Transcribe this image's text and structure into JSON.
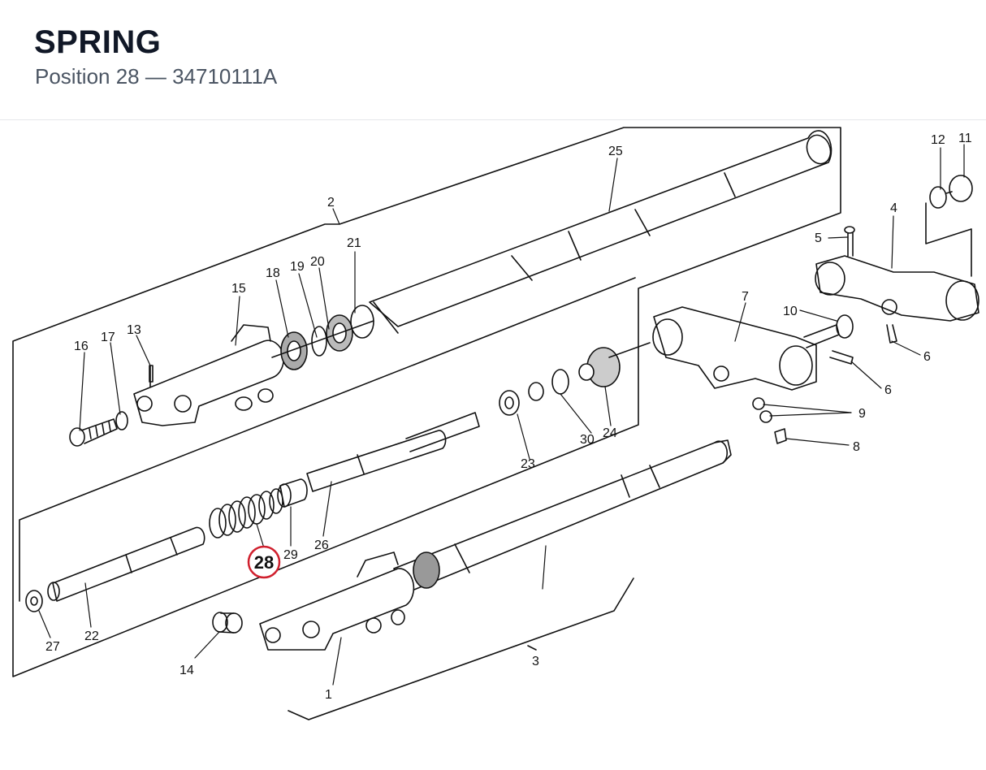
{
  "header": {
    "title": "SPRING",
    "subtitle": "Position 28 — 34710111A"
  },
  "colors": {
    "highlight": "#d0202e",
    "line": "#111111"
  },
  "diagram": {
    "highlighted_label": "28",
    "labels": [
      "25",
      "2",
      "12",
      "11",
      "4",
      "5",
      "21",
      "20",
      "19",
      "18",
      "15",
      "7",
      "10",
      "13",
      "16",
      "17",
      "6",
      "6",
      "9",
      "8",
      "30",
      "24",
      "23",
      "29",
      "26",
      "22",
      "27",
      "14",
      "1",
      "3"
    ]
  }
}
